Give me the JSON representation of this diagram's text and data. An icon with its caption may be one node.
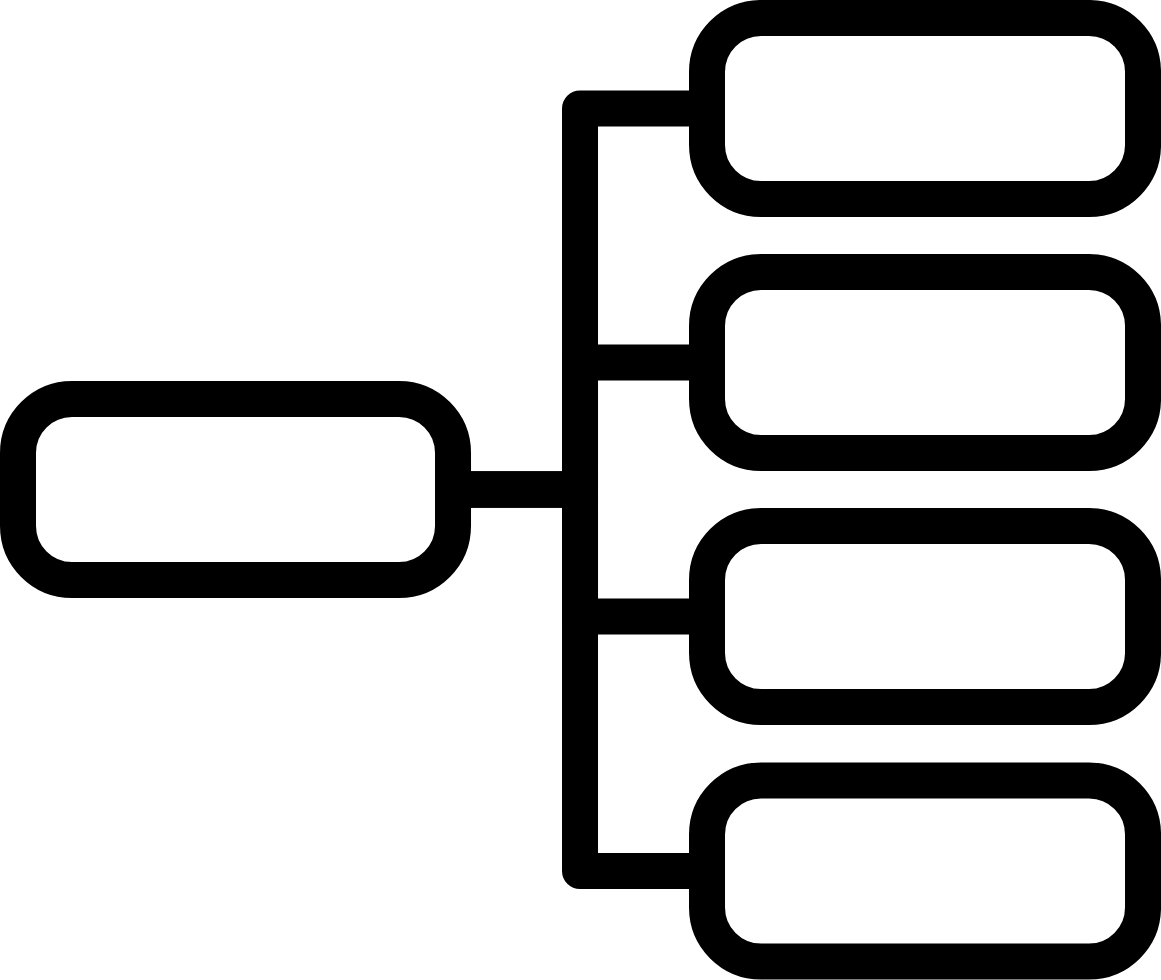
{
  "diagram": {
    "nodes": [
      {
        "text": [],
        "shape": "box"
      },
      {
        "text": [],
        "shape": "box"
      },
      {
        "text": [],
        "shape": "box"
      },
      {
        "text": [],
        "shape": "box"
      },
      {
        "text": [],
        "shape": "box"
      }
    ],
    "edges": [
      {
        "from": 0,
        "to": 1,
        "arrow": "none"
      },
      {
        "from": 0,
        "to": 2,
        "arrow": "none"
      },
      {
        "from": 0,
        "to": 3,
        "arrow": "none"
      },
      {
        "from": 0,
        "to": 4,
        "arrow": "none"
      }
    ]
  }
}
